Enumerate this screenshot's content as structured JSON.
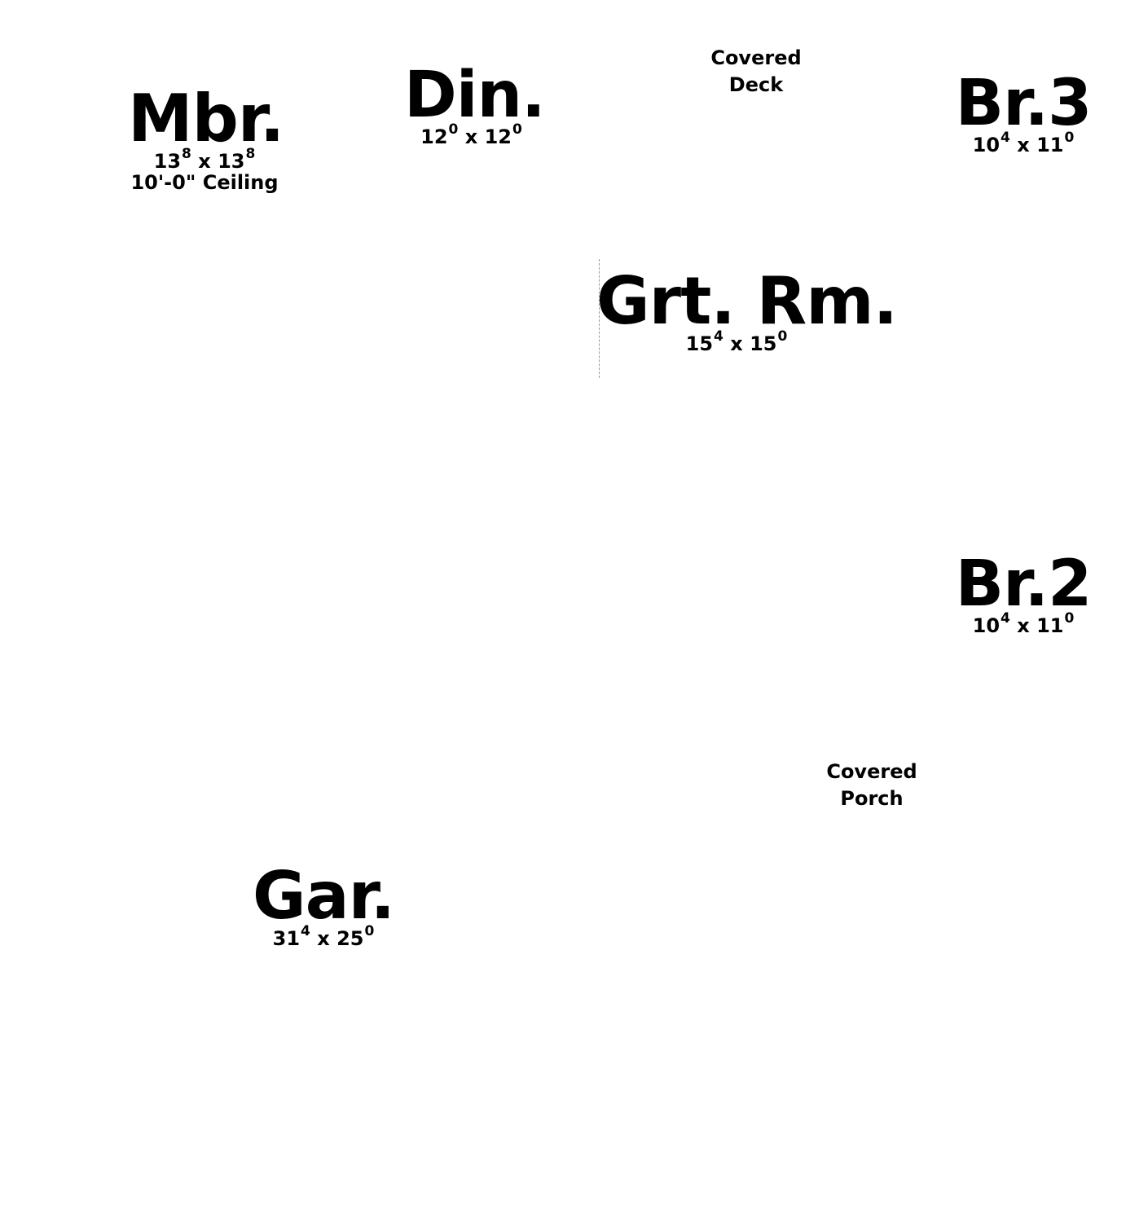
{
  "rooms": {
    "mbr": {
      "name": "Mbr.",
      "dim_a": "13",
      "dim_a_sup": "8",
      "sep": "x",
      "dim_b": "13",
      "dim_b_sup": "8",
      "note": "10'-0\" Ceiling"
    },
    "din": {
      "name": "Din.",
      "dim_a": "12",
      "dim_a_sup": "0",
      "sep": "x",
      "dim_b": "12",
      "dim_b_sup": "0"
    },
    "br3": {
      "name": "Br.3",
      "dim_a": "10",
      "dim_a_sup": "4",
      "sep": "x",
      "dim_b": "11",
      "dim_b_sup": "0"
    },
    "grt": {
      "name": "Grt. Rm.",
      "dim_a": "15",
      "dim_a_sup": "4",
      "sep": "x",
      "dim_b": "15",
      "dim_b_sup": "0"
    },
    "br2": {
      "name": "Br.2",
      "dim_a": "10",
      "dim_a_sup": "4",
      "sep": "x",
      "dim_b": "11",
      "dim_b_sup": "0"
    },
    "gar": {
      "name": "Gar.",
      "dim_a": "31",
      "dim_a_sup": "4",
      "sep": "x",
      "dim_b": "25",
      "dim_b_sup": "0"
    }
  },
  "labels": {
    "deck": {
      "line1": "Covered",
      "line2": "Deck"
    },
    "porch": {
      "line1": "Covered",
      "line2": "Porch"
    }
  }
}
